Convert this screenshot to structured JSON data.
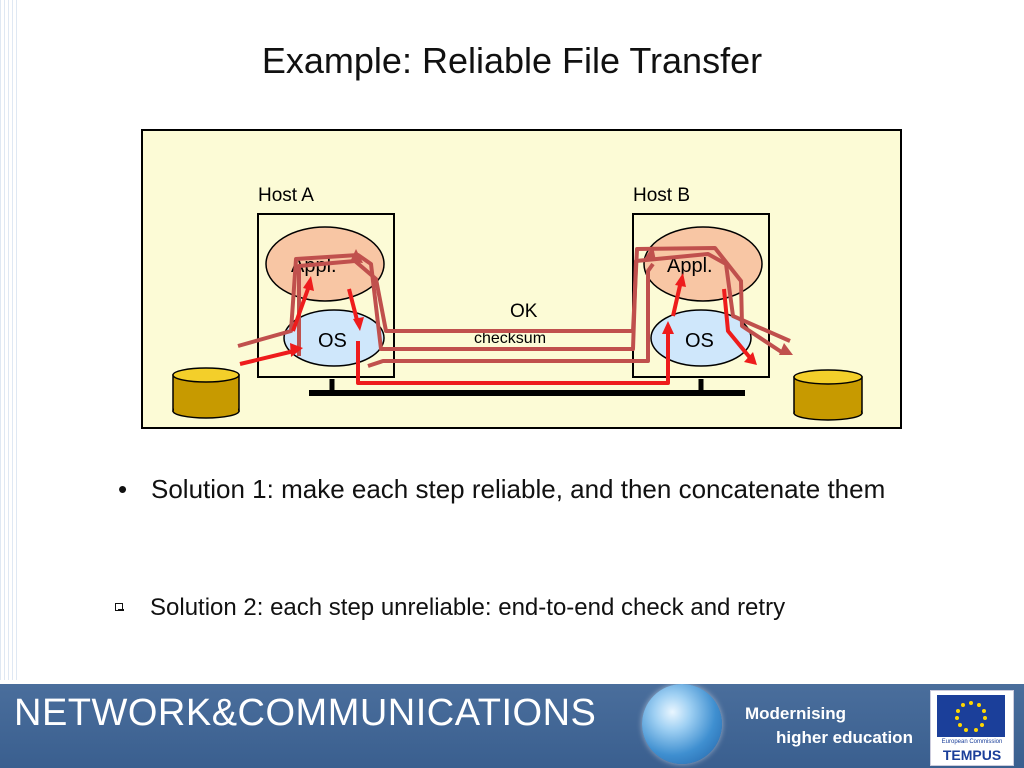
{
  "title": "Example: Reliable File Transfer",
  "diagram": {
    "host_a_label": "Host A",
    "host_b_label": "Host B",
    "appl_label": "Appl.",
    "os_label": "OS",
    "ok_label": "OK",
    "checksum_label": "checksum"
  },
  "bullets": [
    {
      "marker": "•",
      "text": "Solution 1: make each step reliable, and then concatenate them"
    }
  ],
  "square_bullets": [
    {
      "text": "Solution 2: each step unreliable: end-to-end check and retry"
    }
  ],
  "footer": {
    "brand": "NETWORK&COMMUNICATIONS",
    "slogan_line1": "Modernising",
    "slogan_line2": "higher education",
    "logo_org": "European Commission",
    "logo_name": "TEMPUS"
  },
  "colors": {
    "diagram_bg": "#fcfbd6",
    "appl_fill": "#f8c6a4",
    "os_fill": "#cfe7fb",
    "disk_fill": "#e6b800",
    "red_path": "#ee1c1c",
    "dark_red_path": "#c0504d",
    "footer_bg": "#3f6596"
  }
}
